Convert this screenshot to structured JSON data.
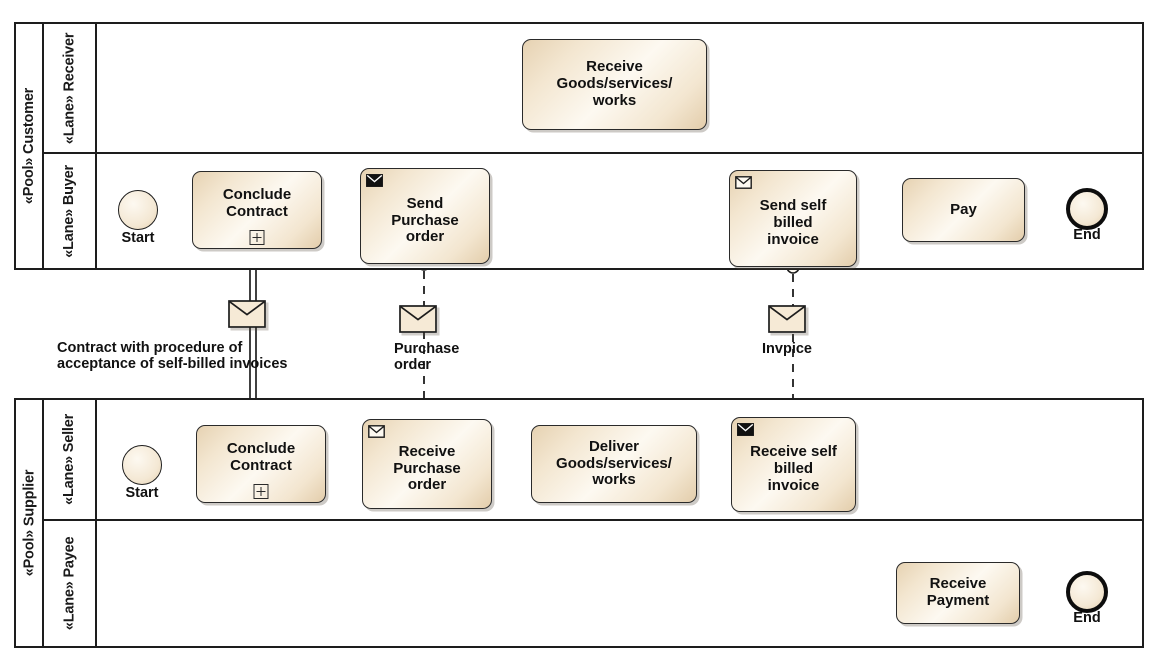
{
  "diagram": {
    "type": "bpmn-collaboration",
    "title": "Self-billed invoice procurement process"
  },
  "pools": [
    {
      "id": "customer",
      "label": "«Pool» Customer",
      "lanes": [
        {
          "id": "receiver",
          "label": "«Lane»\nReceiver"
        },
        {
          "id": "buyer",
          "label": "«Lane»\nBuyer"
        }
      ]
    },
    {
      "id": "supplier",
      "label": "«Pool» Supplier",
      "lanes": [
        {
          "id": "seller",
          "label": "«Lane»\nSeller"
        },
        {
          "id": "payee",
          "label": "«Lane»\nPayee"
        }
      ]
    }
  ],
  "events": [
    {
      "id": "customer-start",
      "kind": "start",
      "label": "Start",
      "lane": "buyer"
    },
    {
      "id": "customer-end",
      "kind": "end",
      "label": "End",
      "lane": "buyer"
    },
    {
      "id": "supplier-start",
      "kind": "start",
      "label": "Start",
      "lane": "seller"
    },
    {
      "id": "supplier-end",
      "kind": "end",
      "label": "End",
      "lane": "payee"
    }
  ],
  "tasks": [
    {
      "id": "receive-goods",
      "label": "Receive\nGoods/services/\nworks",
      "lane": "receiver",
      "marker": "none",
      "envelope": "none"
    },
    {
      "id": "conclude-contract-buyer",
      "label": "Conclude\nContract",
      "lane": "buyer",
      "marker": "subprocess-plus",
      "envelope": "none"
    },
    {
      "id": "send-purchase-order",
      "label": "Send\nPurchase\norder",
      "lane": "buyer",
      "marker": "none",
      "envelope": "filled"
    },
    {
      "id": "send-self-billed-invoice",
      "label": "Send self\nbilled\ninvoice",
      "lane": "buyer",
      "marker": "none",
      "envelope": "hollow"
    },
    {
      "id": "pay",
      "label": "Pay",
      "lane": "buyer",
      "marker": "none",
      "envelope": "none"
    },
    {
      "id": "conclude-contract-seller",
      "label": "Conclude\nContract",
      "lane": "seller",
      "marker": "subprocess-plus",
      "envelope": "none"
    },
    {
      "id": "receive-purchase-order",
      "label": "Receive\nPurchase\norder",
      "lane": "seller",
      "marker": "none",
      "envelope": "hollow"
    },
    {
      "id": "deliver-goods",
      "label": "Deliver\nGoods/services/\nworks",
      "lane": "seller",
      "marker": "none",
      "envelope": "none"
    },
    {
      "id": "receive-self-billed-invoice",
      "label": "Receive self\nbilled\ninvoice",
      "lane": "seller",
      "marker": "none",
      "envelope": "filled"
    },
    {
      "id": "receive-payment",
      "label": "Receive\nPayment",
      "lane": "payee",
      "marker": "none",
      "envelope": "none"
    }
  ],
  "message_flows": [
    {
      "id": "contract-message",
      "label": "Contract with procedure of\nacceptance of self-billed invoices",
      "line": "double-solid",
      "from": "conclude-contract-buyer",
      "to": "conclude-contract-seller"
    },
    {
      "id": "purchase-order-message",
      "label": "Purchase\norder",
      "line": "dashed",
      "from": "send-purchase-order",
      "to": "receive-purchase-order"
    },
    {
      "id": "invoice-message",
      "label": "Invpice",
      "line": "dashed",
      "from": "send-self-billed-invoice",
      "to": "receive-self-billed-invoice"
    }
  ],
  "sequence_flows": [
    {
      "from": "customer-start",
      "to": "conclude-contract-buyer"
    },
    {
      "from": "conclude-contract-buyer",
      "to": "send-purchase-order"
    },
    {
      "from": "send-purchase-order",
      "to": "receive-goods"
    },
    {
      "from": "receive-goods",
      "to": "send-self-billed-invoice"
    },
    {
      "from": "send-self-billed-invoice",
      "to": "pay"
    },
    {
      "from": "pay",
      "to": "customer-end"
    },
    {
      "from": "supplier-start",
      "to": "conclude-contract-seller"
    },
    {
      "from": "conclude-contract-seller",
      "to": "receive-purchase-order"
    },
    {
      "from": "receive-purchase-order",
      "to": "deliver-goods"
    },
    {
      "from": "deliver-goods",
      "to": "receive-self-billed-invoice"
    },
    {
      "from": "receive-self-billed-invoice",
      "to": "receive-payment"
    },
    {
      "from": "receive-payment",
      "to": "supplier-end"
    }
  ],
  "colors": {
    "task_fill_light": "#fdf9f1",
    "task_fill_dark": "#e4d0b0",
    "stroke": "#1d1d1d",
    "text": "#111111",
    "background": "#ffffff"
  }
}
